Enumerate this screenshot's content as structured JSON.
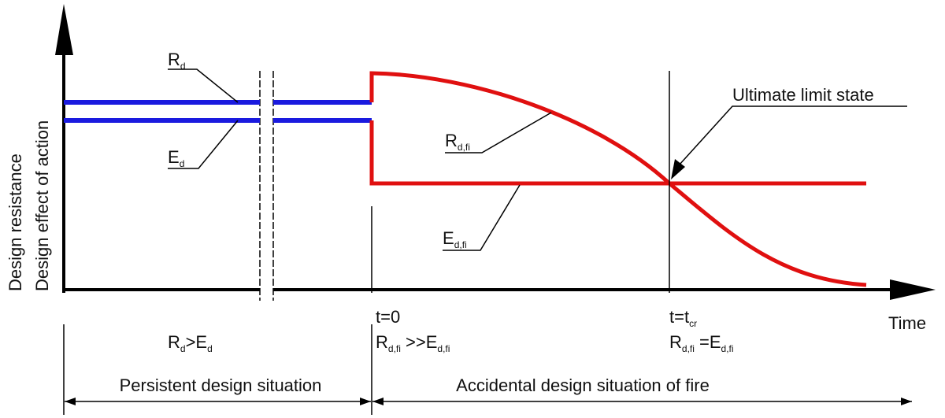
{
  "colors": {
    "persistent": "#1a1adf",
    "fire": "#e01010",
    "axis": "#000000"
  },
  "axes": {
    "y_label_line1": "Design resistance",
    "y_label_line2": "Design effect of action",
    "x_label": "Time"
  },
  "curves": {
    "rd": {
      "main": "R",
      "sub": "d"
    },
    "ed": {
      "main": "E",
      "sub": "d"
    },
    "rd_fi": {
      "main": "R",
      "sub": "d,fi"
    },
    "ed_fi": {
      "main": "E",
      "sub": "d,fi"
    }
  },
  "annotations": {
    "uls": "Ultimate limit state",
    "t0": "t=0",
    "t0_cond": {
      "r": "R",
      "r_sub": "d,fi",
      "op": " >>E",
      "e_sub": "d,fi"
    },
    "tcr": {
      "main": "t=t",
      "sub": "cr"
    },
    "tcr_cond": {
      "r": "R",
      "r_sub": "d,fi",
      "op": " =E",
      "e_sub": "d,fi"
    },
    "persistent_cond": {
      "r": "R",
      "r_sub": "d",
      "op": ">E",
      "e_sub": "d"
    }
  },
  "situations": {
    "persistent": "Persistent design situation",
    "accidental": "Accidental design situation of fire"
  }
}
